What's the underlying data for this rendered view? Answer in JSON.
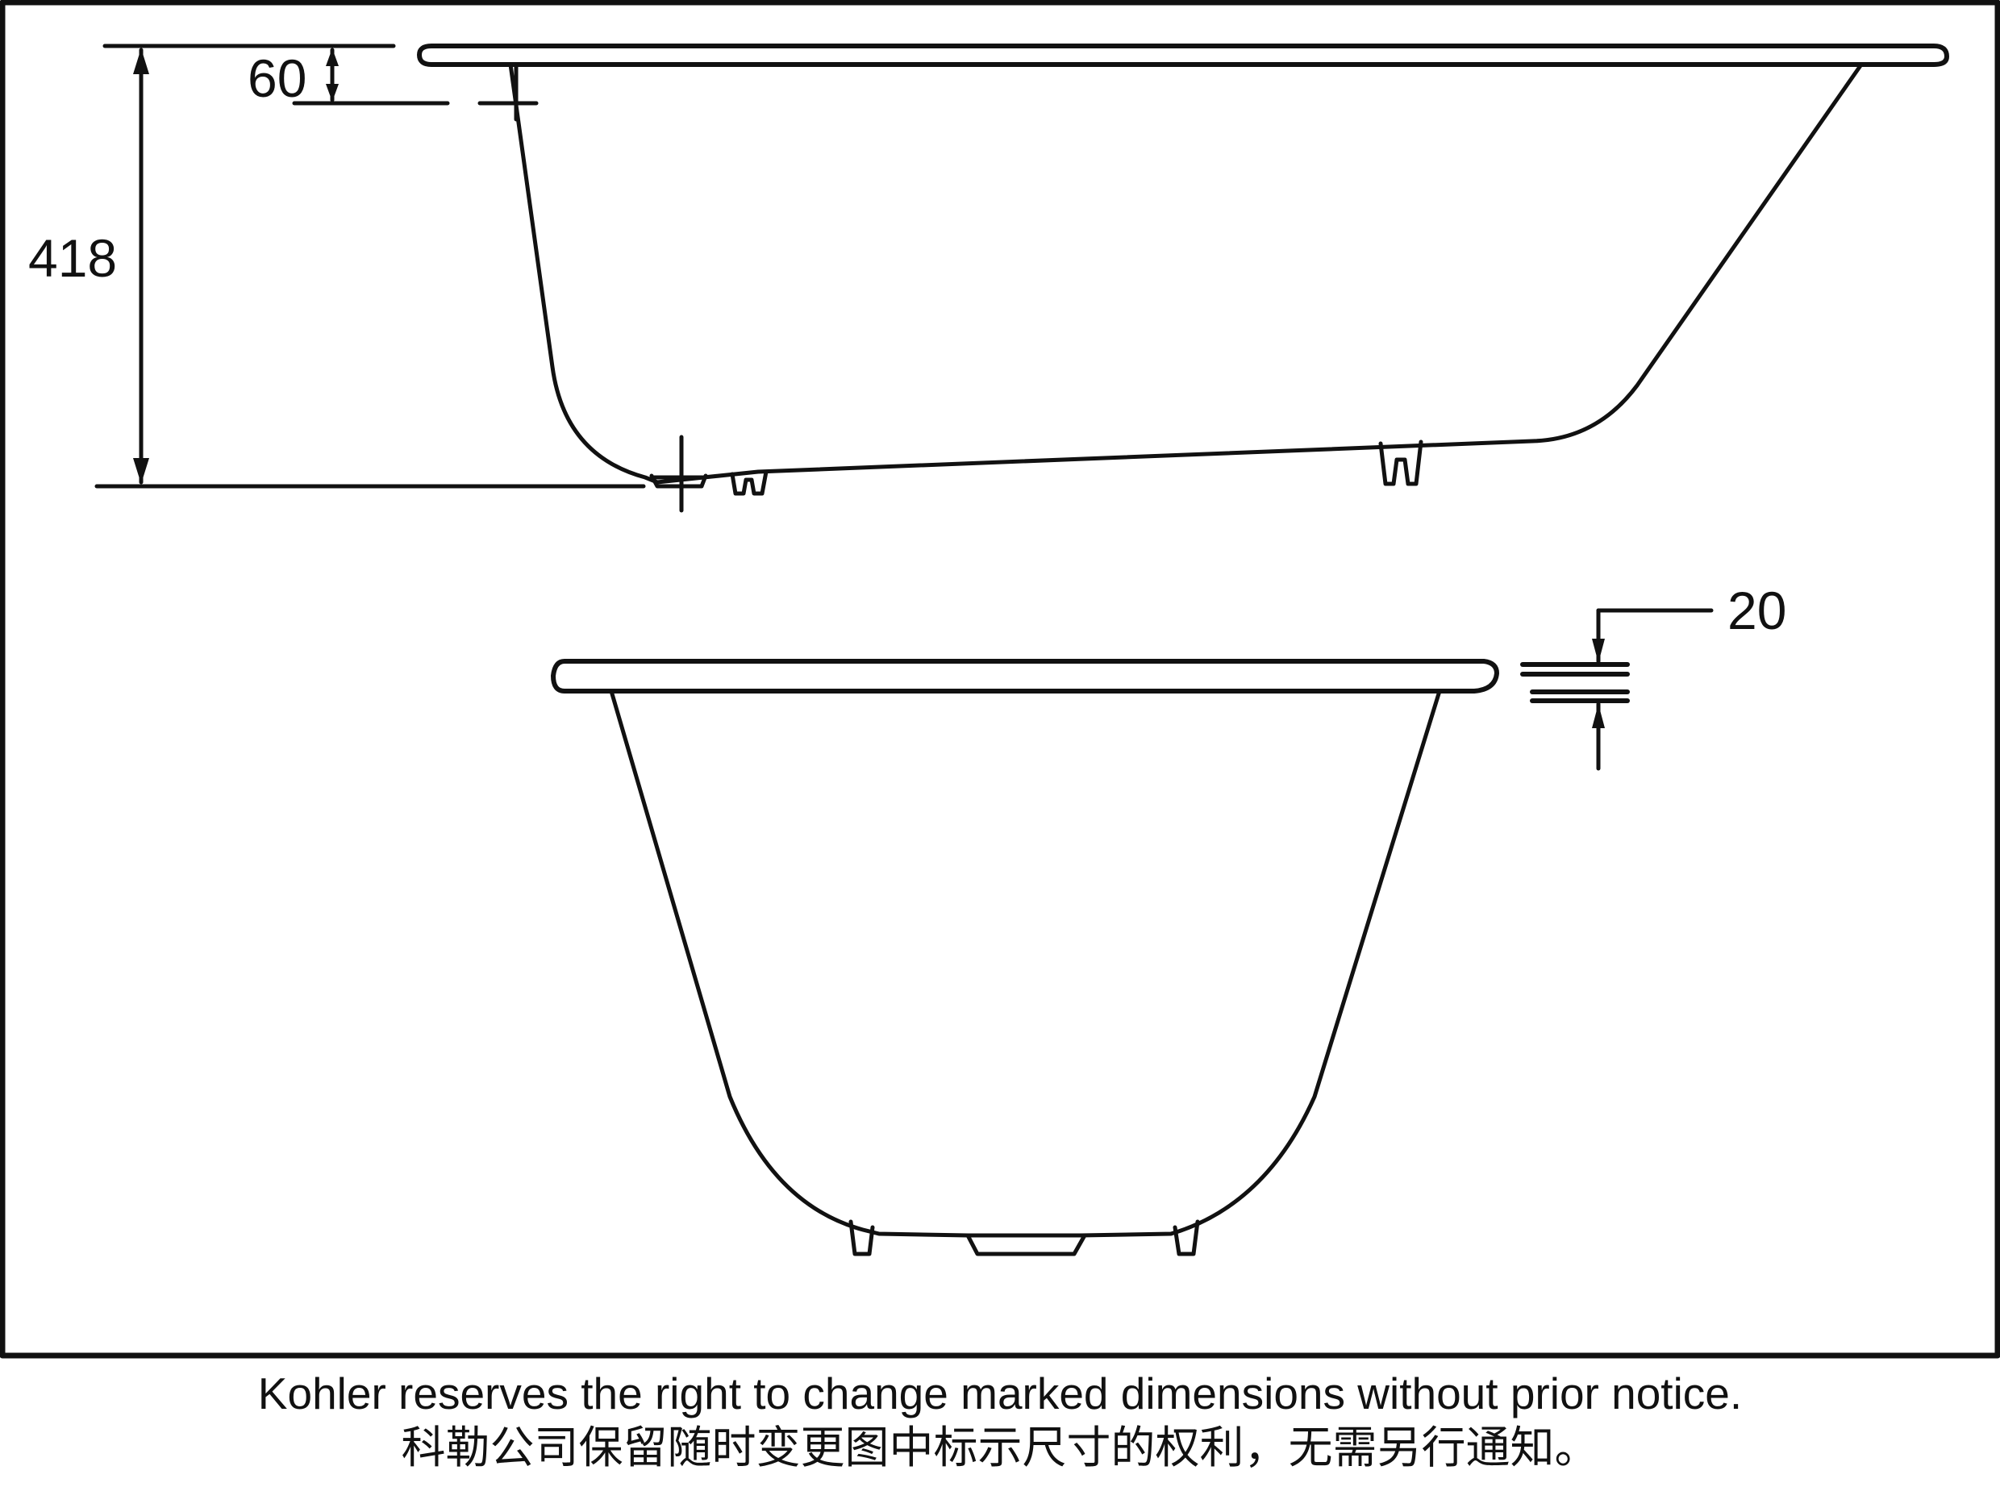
{
  "dimensions": {
    "rim_depth": "60",
    "total_height": "418",
    "rim_thickness": "20"
  },
  "notice": {
    "english": "Kohler reserves the right to change marked dimensions without prior notice.",
    "chinese": "科勒公司保留随时变更图中标示尺寸的权利，无需另行通知。"
  },
  "colors": {
    "line": "#111111",
    "background": "#ffffff"
  }
}
